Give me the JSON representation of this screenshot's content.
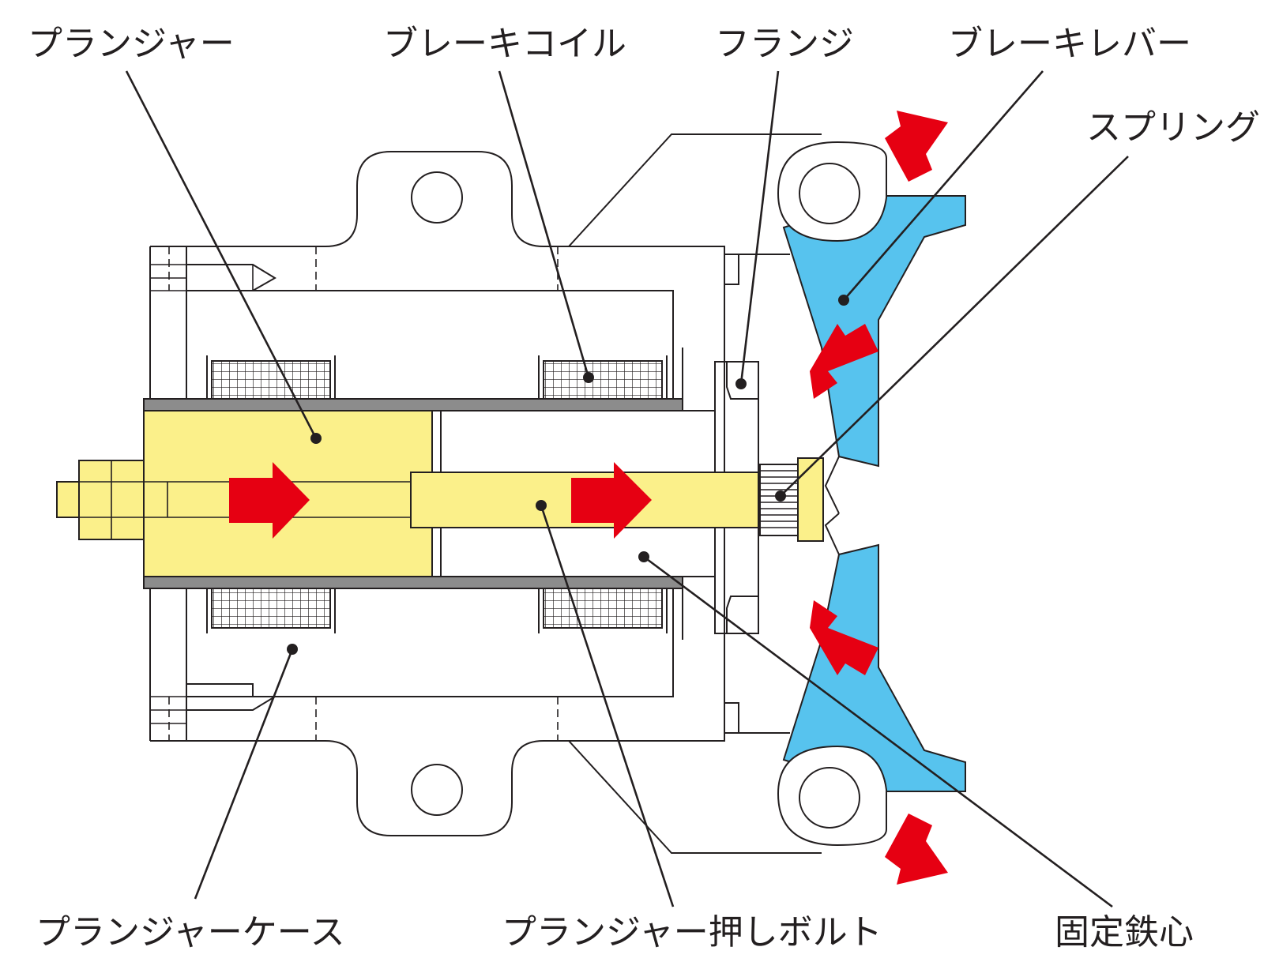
{
  "labels": {
    "plunger": "プランジャー",
    "brake_coil": "ブレーキコイル",
    "flange": "フランジ",
    "brake_lever": "ブレーキレバー",
    "spring": "スプリング",
    "plunger_case": "プランジャーケース",
    "plunger_push_bolt": "プランジャー押しボルト",
    "fixed_core": "固定鉄心"
  },
  "colors": {
    "plunger_yellow": "#fbf08a",
    "lever_blue": "#57c3ee",
    "arrow_red": "#e60012",
    "case_gray": "#8c8c8c",
    "line": "#231f20"
  }
}
